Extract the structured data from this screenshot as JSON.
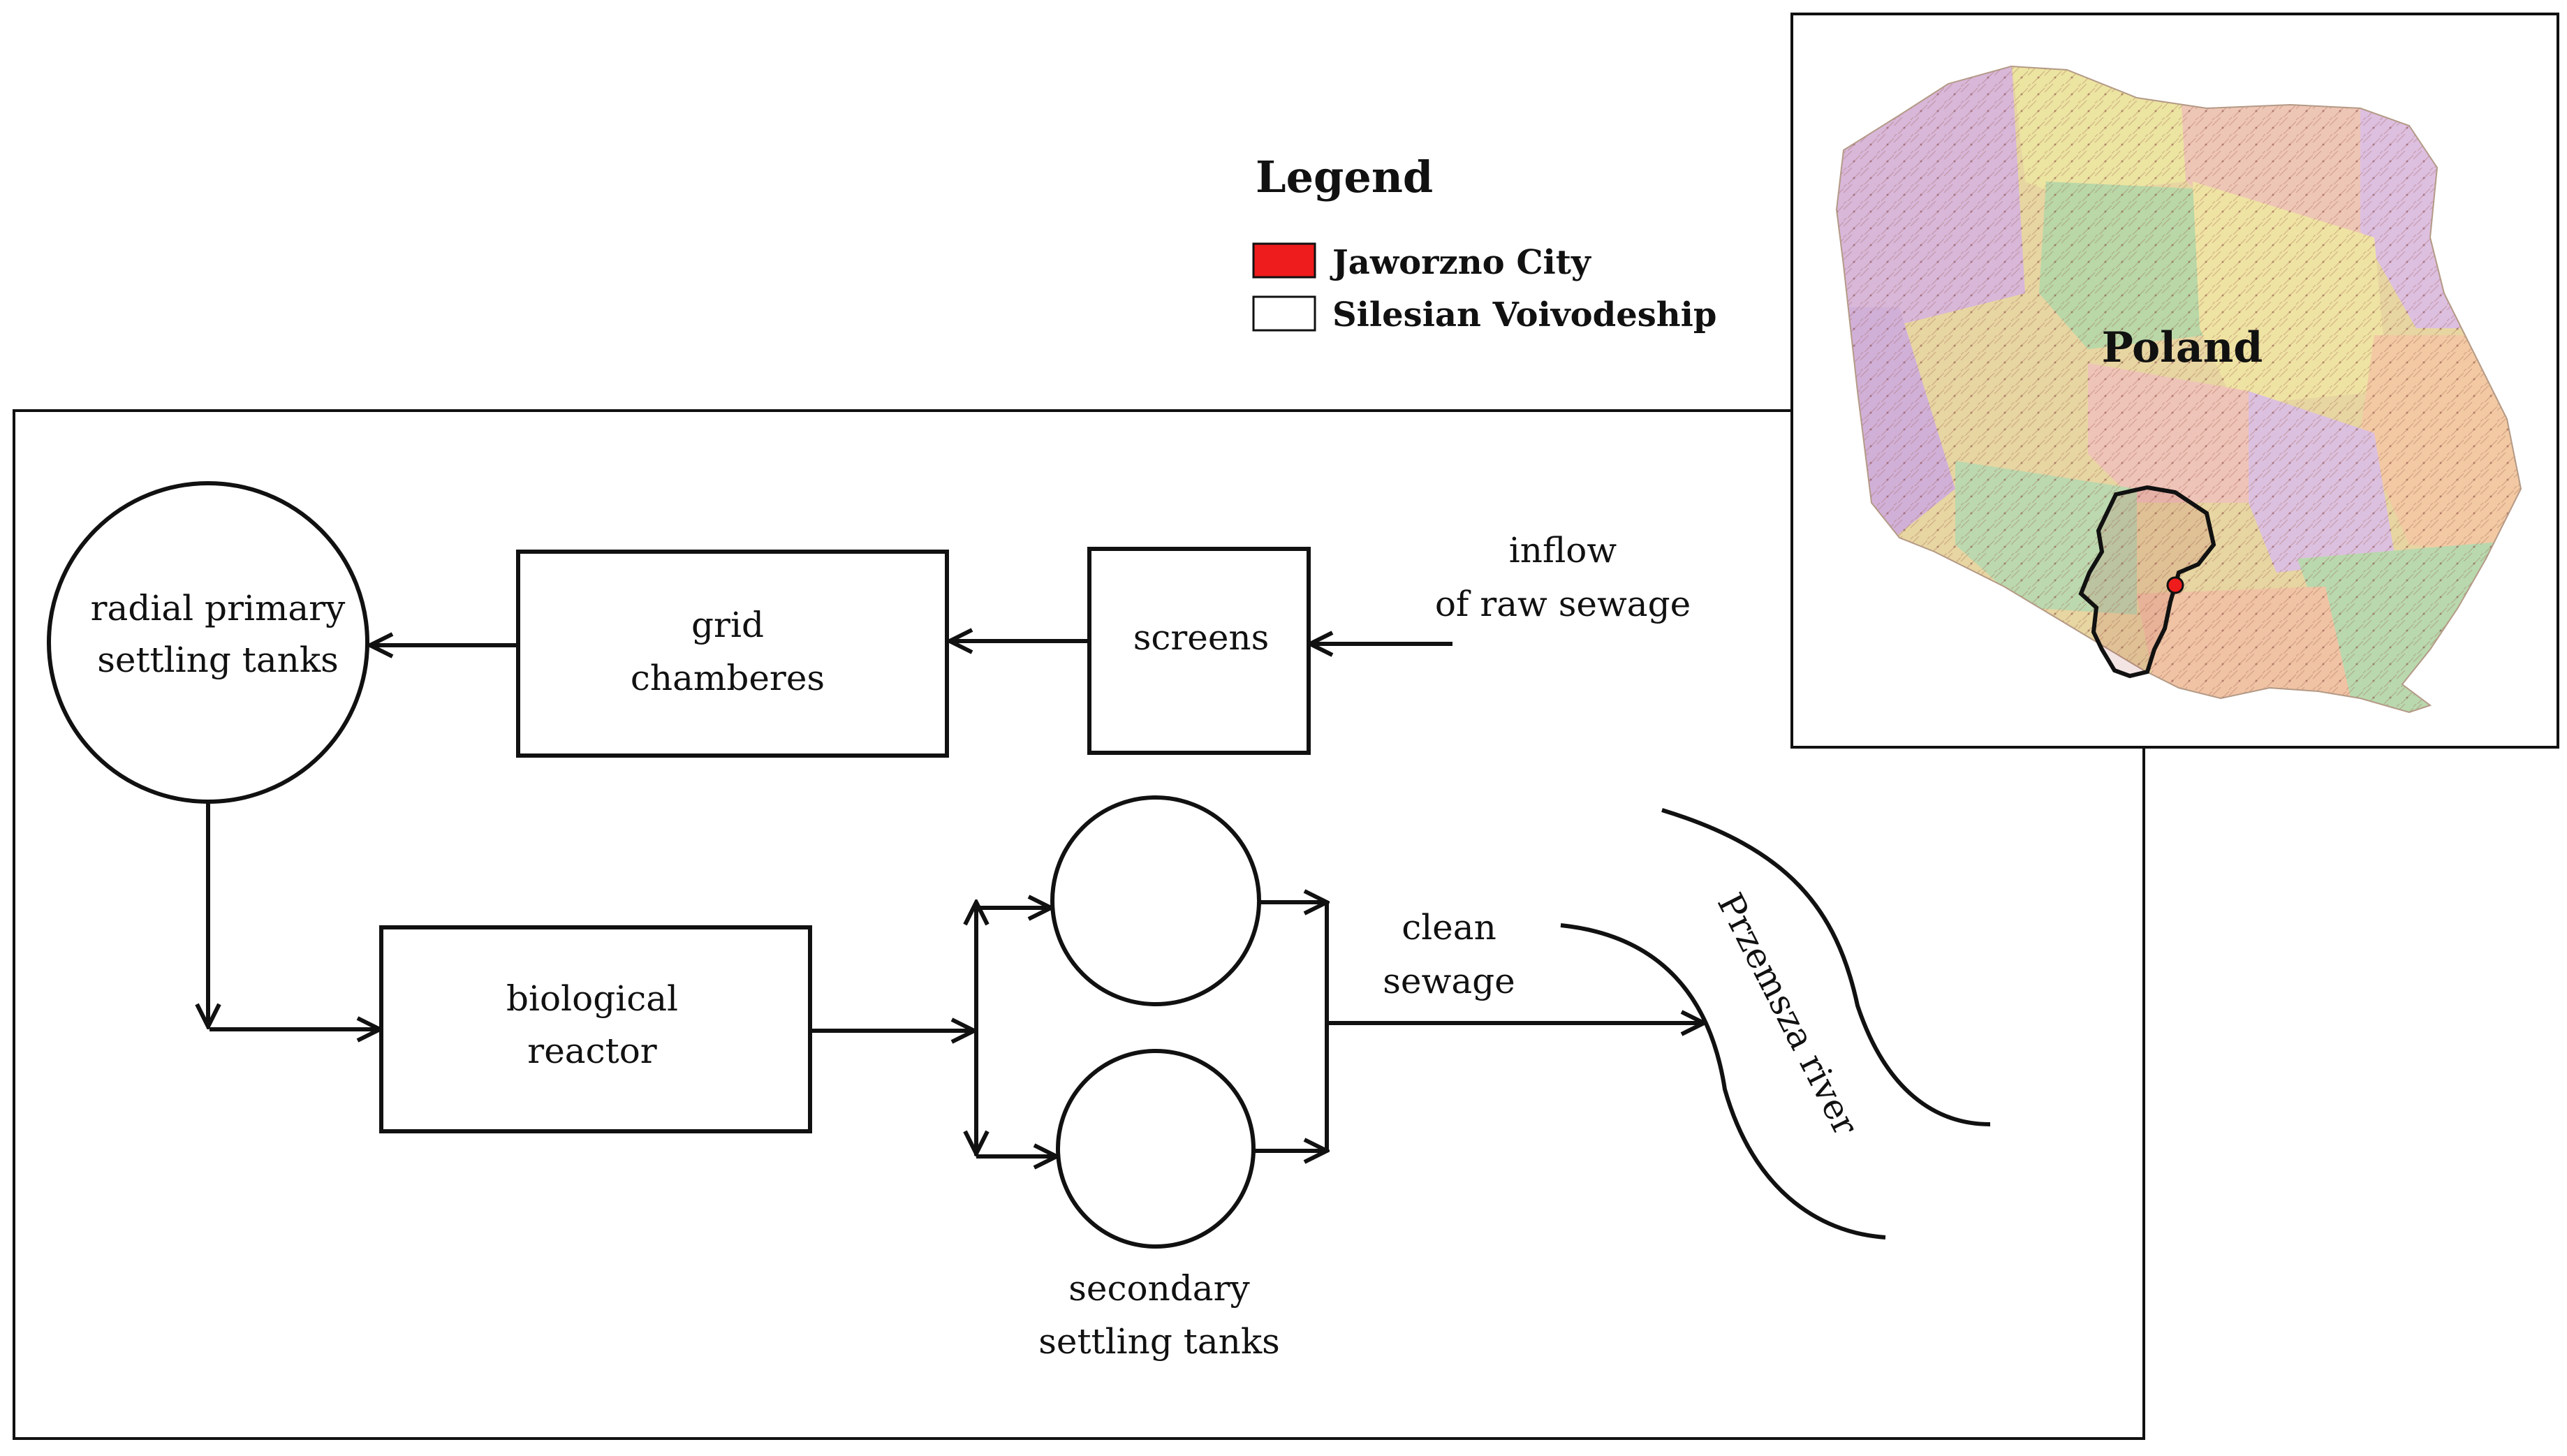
{
  "legend": {
    "title": "Legend",
    "items": [
      {
        "label": "Jaworzno City",
        "color": "#ee1c1c"
      },
      {
        "label": "Silesian Voivodeship",
        "color": "#ffffff"
      }
    ]
  },
  "map": {
    "country_label": "Poland"
  },
  "flow": {
    "inflow_line1": "inflow",
    "inflow_line2": "of raw sewage",
    "screens": "screens",
    "grid_line1": "grid",
    "grid_line2": "chamberes",
    "primary_line1": "radial primary",
    "primary_line2": "settling tanks",
    "bio_line1": "biological",
    "bio_line2": "reactor",
    "secondary_line1": "secondary",
    "secondary_line2": "settling tanks",
    "clean_line1": "clean",
    "clean_line2": "sewage",
    "river": "Przemsza river"
  },
  "colors": {
    "accent_red": "#ee1c1c",
    "stroke": "#111111"
  }
}
